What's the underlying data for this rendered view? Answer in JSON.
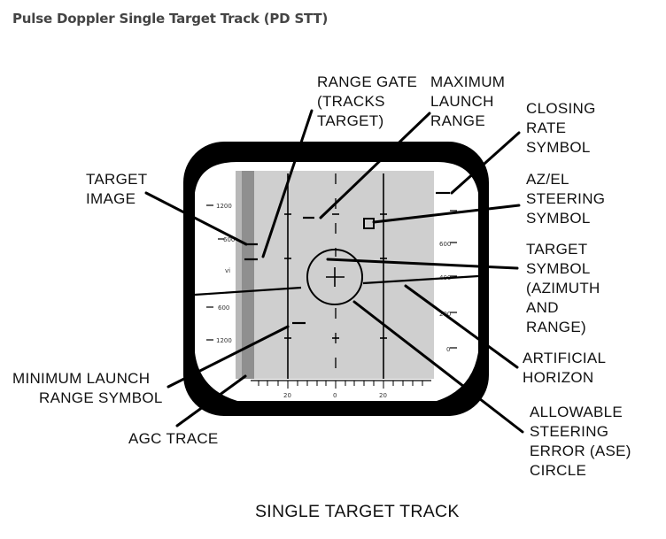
{
  "page": {
    "title": "Pulse Doppler Single Target Track (PD STT)"
  },
  "diagram": {
    "caption": "SINGLE TARGET TRACK",
    "callouts": {
      "range_gate": [
        "RANGE GATE",
        "(TRACKS",
        "TARGET)"
      ],
      "max_launch_range": [
        "MAXIMUM",
        "LAUNCH",
        "RANGE"
      ],
      "closing_rate_symbol": [
        "CLOSING",
        "RATE",
        "SYMBOL"
      ],
      "target_image": [
        "TARGET",
        "IMAGE"
      ],
      "az_el_steering_symbol": [
        "AZ/EL",
        "STEERING",
        "SYMBOL"
      ],
      "target_symbol": [
        "TARGET",
        "SYMBOL",
        "(AZIMUTH",
        "AND",
        "RANGE)"
      ],
      "artificial_horizon": [
        "ARTIFICIAL",
        "HORIZON"
      ],
      "min_launch_range_symbol": [
        "MINIMUM LAUNCH",
        "RANGE SYMBOL"
      ],
      "agc_trace": [
        "AGC TRACE"
      ],
      "ase_circle": [
        "ALLOWABLE",
        "STEERING",
        "ERROR (ASE)",
        "CIRCLE"
      ]
    },
    "display": {
      "left_scale": [
        "1200",
        "600",
        "vi",
        "600",
        "1200"
      ],
      "right_scale": [
        "600",
        "400",
        "200",
        "0"
      ],
      "bottom_scale": [
        "20",
        "0",
        "20"
      ]
    }
  }
}
